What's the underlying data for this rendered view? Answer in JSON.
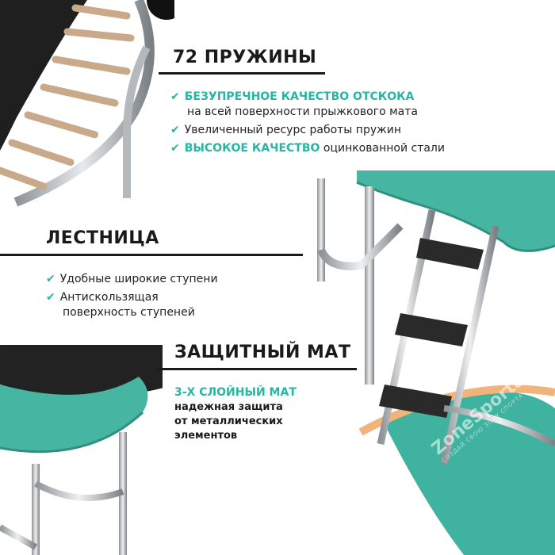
{
  "springs": {
    "title": "72 ПРУЖИНЫ",
    "bullets": [
      {
        "accent": "БЕЗУПРЕЧНОЕ КАЧЕСТВО ОТСКОКА",
        "text": "на всей поверхности прыжкового мата"
      },
      {
        "accent": "",
        "text": "Увеличенный ресурс работы пружин"
      },
      {
        "accent": "ВЫСОКОЕ КАЧЕСТВО",
        "text": "оцинкованной стали"
      }
    ]
  },
  "ladder": {
    "title": "ЛЕСТНИЦА",
    "bullets": [
      {
        "line1": "Удобные широкие ступени",
        "line2": ""
      },
      {
        "line1": "Антискользящая",
        "line2": "поверхность ступеней"
      }
    ]
  },
  "mat": {
    "title": "ЗАЩИТНЫЙ МАТ",
    "accent": "3-Х СЛОЙНЫЙ МАТ",
    "lines": [
      "надежная защита",
      "от металлических",
      "элементов"
    ]
  },
  "watermark": {
    "brand": "ZoneSporta.com",
    "tagline": "СОЗДАЙ СВОЮ ЗОНУ СПОРТА"
  },
  "colors": {
    "accent": "#27b5a5",
    "mat": "#3fb3a0",
    "text": "#1a1a1a"
  }
}
